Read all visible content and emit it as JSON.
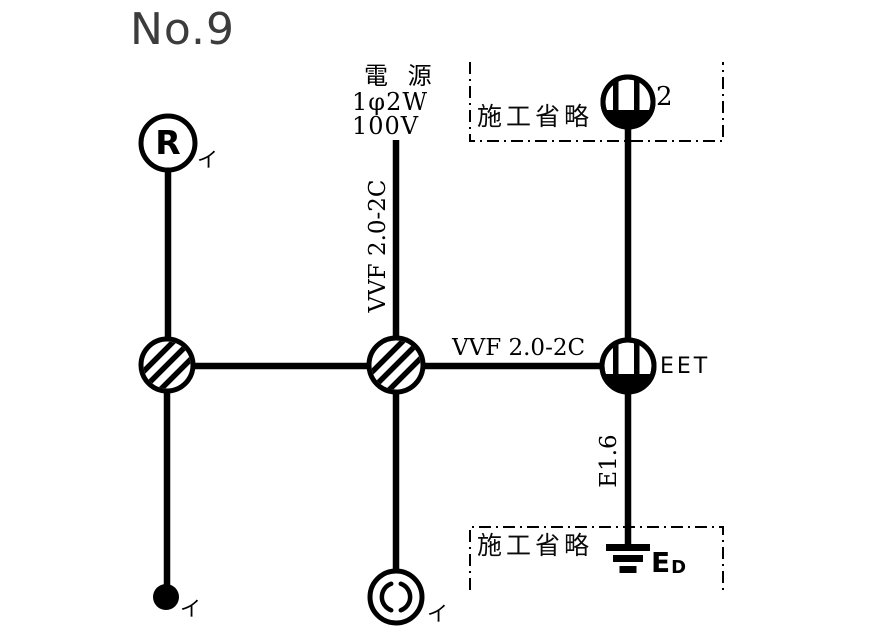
{
  "title": "No.9",
  "source": {
    "line1": "電 源",
    "line2": "1φ2W",
    "line3": "100V"
  },
  "cables": {
    "feed": "VVF 2.0-2C",
    "run": "VVF 2.0-2C",
    "earth_wire": "E1.6"
  },
  "boxes": {
    "top": "施工省略",
    "bottom": "施工省略"
  },
  "devices": {
    "receptacle": {
      "label": "R",
      "circuit": "イ"
    },
    "switch": {
      "circuit": "イ"
    },
    "ceiling_rose": {
      "circuit": "イ"
    },
    "outlet_top": {
      "label": "2"
    },
    "outlet_eet": {
      "label": "EET"
    },
    "earth": {
      "label": "E",
      "sub": "D"
    }
  },
  "colors": {
    "ink": "#000000",
    "title_text": "#3c3c3c"
  }
}
